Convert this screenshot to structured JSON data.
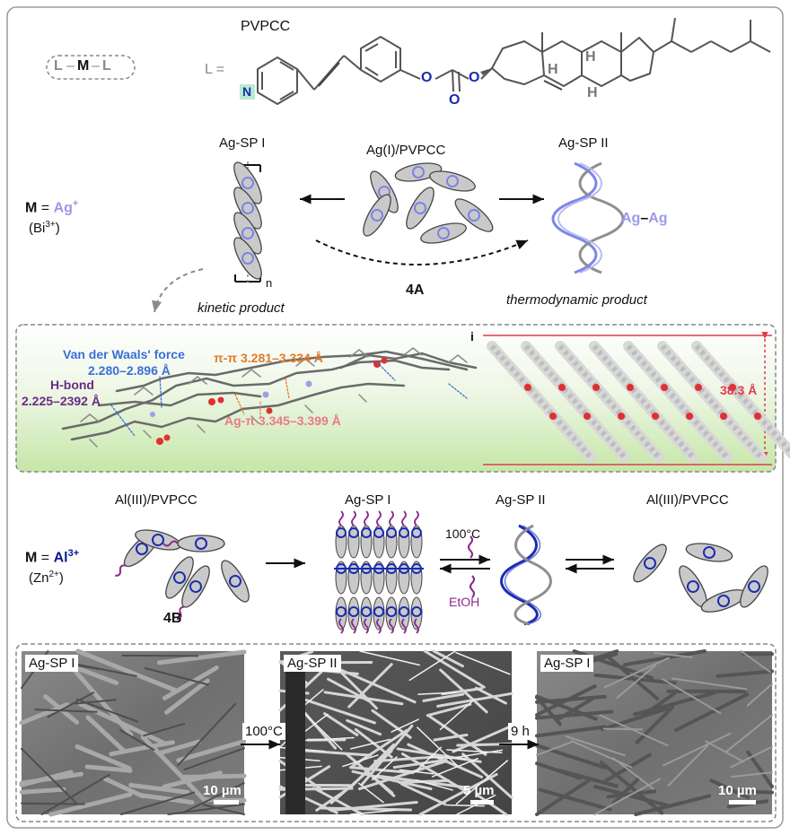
{
  "top": {
    "ligand_name": "PVPCC",
    "lml_L1": "L",
    "lml_M": "M",
    "lml_L2": "L",
    "l_equals": "L =",
    "atom_N": "N",
    "atom_O1": "O",
    "atom_O2": "O",
    "atom_O3": "O",
    "atom_H1": "H",
    "atom_H2": "H",
    "atom_H3": "H"
  },
  "scheme_a": {
    "m_label": "M",
    "m_equals": "=",
    "metal": "Ag",
    "metal_charge": "+",
    "alt_metal_open": "(Bi",
    "alt_metal_charge": "3+",
    "alt_metal_close": ")",
    "left_title": "Ag-SP I",
    "center_title": "Ag(I)/PVPCC",
    "right_title": "Ag-SP II",
    "n_label": "n",
    "agag_metal1": "Ag",
    "agag_dash": "–",
    "agag_metal2": "Ag",
    "center_code": "4A",
    "kinetic": "kinetic product",
    "thermo": "thermodynamic product"
  },
  "crystal": {
    "vdw_label": "Van der Waals' force",
    "vdw_range": "2.280–2.896 Å",
    "pipi": "π-π 3.281–3.334 Å",
    "hbond_label": "H-bond",
    "hbond_range": "2.225–2392 Å",
    "agpi": "Ag-π 3.345–3.399 Å",
    "panel_i": "i",
    "height": "38.3 Å"
  },
  "scheme_b": {
    "m_label": "M",
    "m_equals": "=",
    "metal": "Al",
    "metal_charge": "3+",
    "alt_metal_open": "(Zn",
    "alt_metal_charge": "2+",
    "alt_metal_close": ")",
    "title_1": "Al(III)/PVPCC",
    "title_2": "Ag-SP I",
    "title_3": "Ag-SP II",
    "title_4": "Al(III)/PVPCC",
    "temp": "100°C",
    "solvent": "EtOH",
    "code": "4B"
  },
  "sem": {
    "panels": [
      {
        "label": "Ag-SP I",
        "scale": "10 µm"
      },
      {
        "label": "Ag-SP II",
        "scale": "5 µm"
      },
      {
        "label": "Ag-SP I",
        "scale": "10 µm"
      }
    ],
    "arrow1": "100°C",
    "arrow2": "9 h"
  },
  "colors": {
    "ag_lilac": "#9a9ae8",
    "al_navy": "#0a1a8c",
    "ellipse_gray": "#c9c9c9",
    "ring_blue": "#7b82e6",
    "ring_navy": "#1a2bb0",
    "wavy_purple": "#8a2a8c",
    "green_band": "#cfe8b8",
    "red_height": "#e23a4a"
  }
}
